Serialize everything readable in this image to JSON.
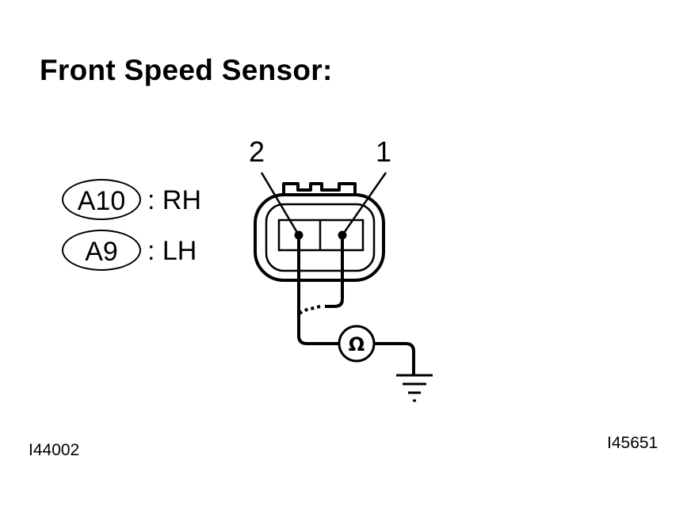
{
  "title": "Front Speed Sensor:",
  "connectors": [
    {
      "id": "A10",
      "side": ": RH"
    },
    {
      "id": "A9",
      "side": ": LH"
    }
  ],
  "pins": {
    "pin_a": "2",
    "pin_b": "1"
  },
  "meter_symbol": "Ω",
  "ref_left": "I44002",
  "ref_right": "I45651"
}
